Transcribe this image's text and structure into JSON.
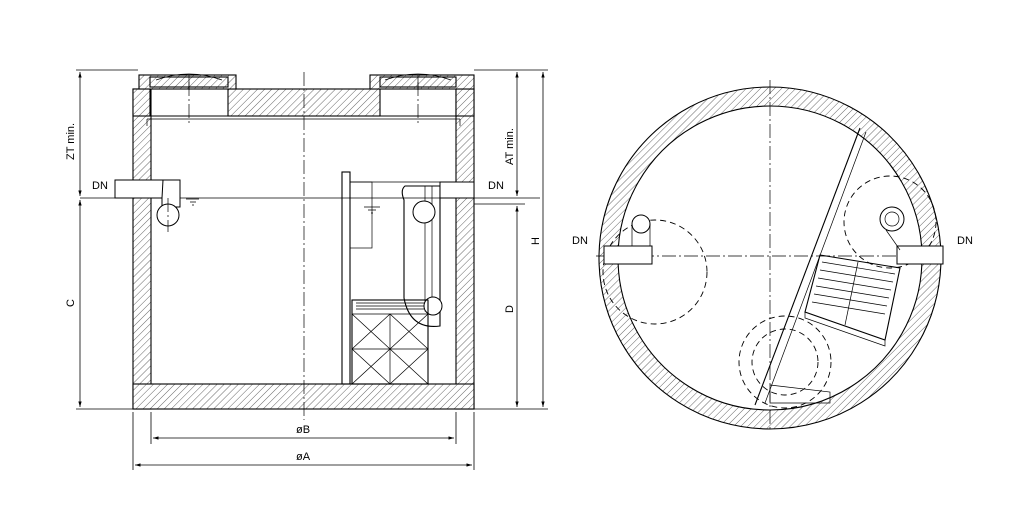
{
  "labels": {
    "zt": "ZT min.",
    "at": "AT min.",
    "c": "C",
    "d": "D",
    "h": "H",
    "b": "øB",
    "a": "øA",
    "dn": "DN"
  }
}
